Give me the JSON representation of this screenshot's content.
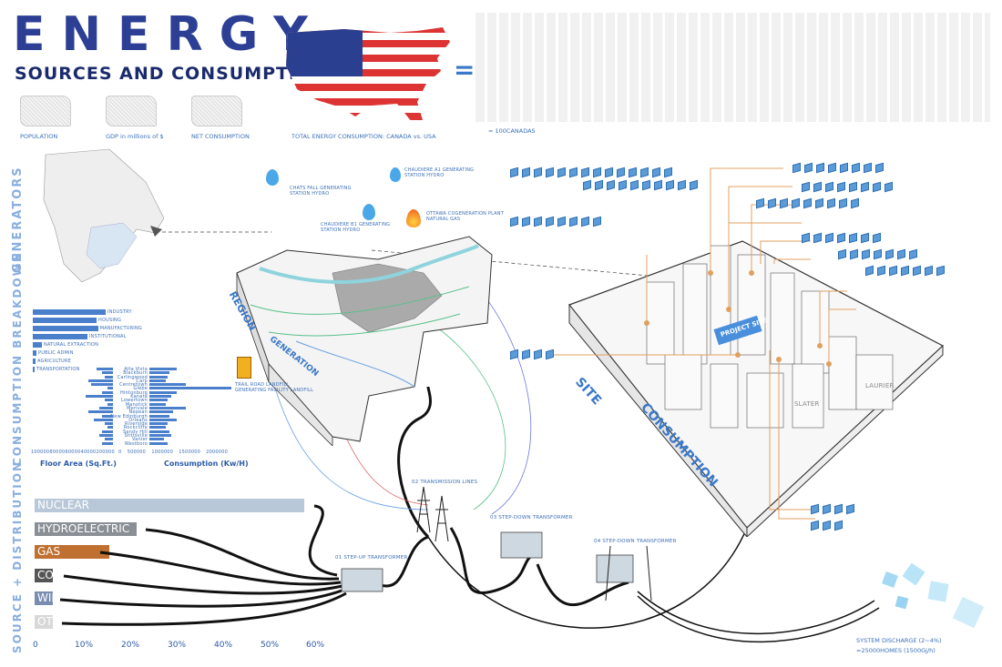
{
  "header": {
    "title": "ENERGY",
    "subtitle": "SOURCES AND CONSUMPTION"
  },
  "top_maps": {
    "labels": [
      "POPULATION",
      "GDP in millions of $",
      "NET CONSUMPTION",
      "TOTAL ENERGY CONSUMPTION: CANADA vs. USA"
    ],
    "equals_sign": "=",
    "legend": "= 100CANADAS"
  },
  "side_labels": {
    "generators": "GENERATORS",
    "consumption_breakdown": "CONSUMPTION  BREAKDOWN",
    "source_distribution": "SOURCE  +  DISTRIBUTION"
  },
  "breakdown": {
    "sectors": [
      "INDUSTRY",
      "HOUSING",
      "MANUFACTURING",
      "INSTITUTIONAL",
      "NATURAL EXTRACTION",
      "PUBLIC ADMIN",
      "AGRICULTURE",
      "TRANSPORTATION"
    ],
    "neighbourhoods": [
      "Alta Vista",
      "Blackburn",
      "Carlingwood",
      "Carp",
      "Centretown",
      "Glebe",
      "Hintonburg",
      "Kanata",
      "Lowertown",
      "Manotick",
      "Merivale",
      "Nepean",
      "New Edinburgh",
      "Orleans",
      "Riverside",
      "Rockcliffe",
      "Sandy Hill",
      "Stittsville",
      "Vanier",
      "Westboro"
    ],
    "floor_area_label": "Floor Area (Sq.Ft.)",
    "consumption_label": "Consumption (Kw/H)",
    "floor_ticks": [
      "100000",
      "80000",
      "60000",
      "40000",
      "20000",
      "0"
    ],
    "cons_ticks": [
      "0",
      "500000",
      "1000000",
      "1500000",
      "2000000"
    ]
  },
  "sources": {
    "items": [
      "NUCLEAR",
      "HYDROELECTRIC",
      "GAS",
      "COAL",
      "WIND",
      "OTHER"
    ],
    "shares": [
      58,
      22,
      16,
      3,
      1,
      0
    ],
    "axis_ticks": [
      "0",
      "10%",
      "20%",
      "30%",
      "40%",
      "50%",
      "60%"
    ]
  },
  "generators": {
    "chats_falls": "CHATS FALL GENERATING STATION HYDRO",
    "chaudiere_a": "CHAUDIERE A1 GENERATING STATION HYDRO",
    "chaudiere_b": "CHAUDIERE B1 GENERATING STATION HYDRO",
    "ottawa_cogen": "OTTAWA COGENERATION PLANT NATURAL GAS",
    "trail_road": "TRAIL ROAD LANDFILL GENERATING FACILITY LANDFILL"
  },
  "distribution": {
    "step_up": "01 STEP-UP TRANSFORMER",
    "transmission": "02 TRANSMISSION LINES",
    "step_down_1": "03 STEP-DOWN TRANSFORMER",
    "step_down_2": "04 STEP-DOWN TRANSFORMER",
    "discharge_title": "SYSTEM DISCHARGE (2~4%)",
    "discharge_value": "=25000HOMES (1500Gj/h)"
  },
  "region": {
    "region_label": "REGION",
    "generation_label": "GENERATION",
    "site_label": "SITE",
    "consumption_label": "CONSUMPTION",
    "project_site": "PROJECT SITE",
    "street_slater": "SLATER",
    "street_laurier": "LAURIER"
  },
  "colors": {
    "brand_blue": "#2c3f94",
    "accent_blue": "#5b9bd8",
    "callout_orange": "#e0a060",
    "text_blue": "#2a5aa8"
  }
}
